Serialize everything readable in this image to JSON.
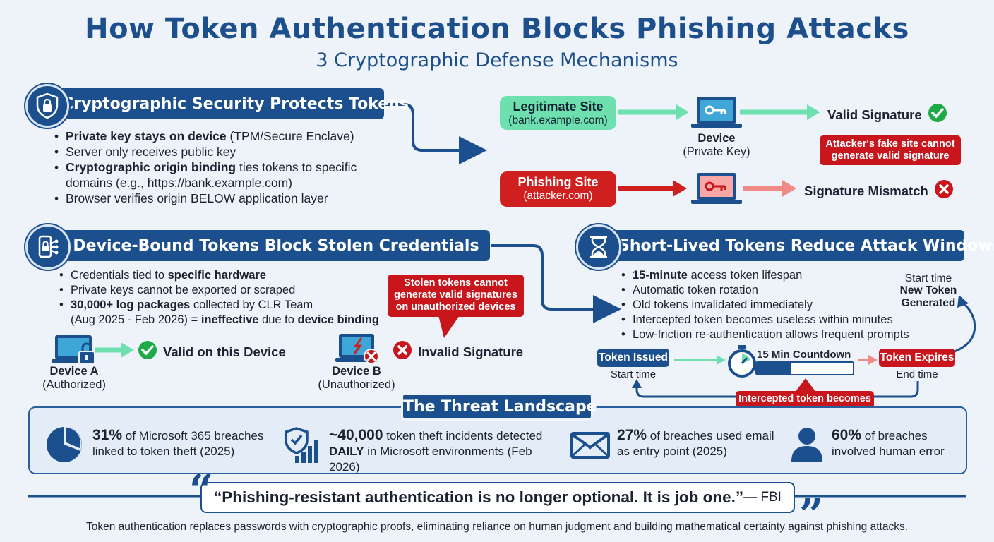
{
  "title": "How Token Authentication Blocks Phishing Attacks",
  "subtitle": "3 Cryptographic Defense Mechanisms",
  "colors": {
    "navy": "#1b4f8d",
    "green": "#6ee0b0",
    "red": "#d01f1f",
    "check": "#1faa48"
  },
  "crypto": {
    "heading": "Cryptographic Security Protects Tokens",
    "b1_bold": "Private key stays on device",
    "b1_rest": " (TPM/Secure Enclave)",
    "b2": "Server only receives public key",
    "b3_bold": "Cryptographic origin binding",
    "b3_rest": " ties tokens to specific",
    "b3_cont": "domains (e.g., https://bank.example.com)",
    "b4": "Browser verifies origin BELOW application layer"
  },
  "signflow": {
    "legit_title": "Legitimate Site",
    "legit_url": "(bank.example.com)",
    "device_label": "Device",
    "device_sub": "(Private Key)",
    "valid": "Valid Signature",
    "attacker_note": "Attacker's fake site cannot generate valid signature",
    "phish_title": "Phishing Site",
    "phish_url": "(attacker.com)",
    "mismatch": "Signature Mismatch"
  },
  "device_bound": {
    "heading": "Device-Bound Tokens Block Stolen Credentials",
    "b1_pre": "Credentials tied to ",
    "b1_bold": "specific hardware",
    "b2": "Private keys cannot be exported or scraped",
    "b3_bold": "30,000+ log packages",
    "b3_rest": " collected by CLR Team",
    "b3_cont_pre": "(Aug 2025 - Feb 2026) = ",
    "b3_cont_bold1": "ineffective",
    "b3_cont_mid": " due to ",
    "b3_cont_bold2": "device binding",
    "stolen_note": "Stolen tokens cannot generate valid signatures on unauthorized devices",
    "deviceA": "Device A",
    "deviceA_sub": "(Authorized)",
    "valid_device": "Valid on this Device",
    "deviceB": "Device B",
    "deviceB_sub": "(Unauthorized)",
    "invalid": "Invalid Signature"
  },
  "short_lived": {
    "heading": "Short-Lived Tokens Reduce Attack Windows",
    "b1_bold": "15-minute",
    "b1_rest": " access token lifespan",
    "b2": "Automatic token rotation",
    "b3": "Old tokens invalidated immediately",
    "b4": "Intercepted token becomes useless within minutes",
    "b5": "Low-friction re-authentication allows frequent prompts",
    "start_time_top": "Start time",
    "new_token": "New Token Generated",
    "issued": "Token Issued",
    "issued_sub": "Start time",
    "countdown": "15 Min Countdown",
    "expires": "Token Expires",
    "expires_sub": "End time",
    "intercept_note": "Intercepted token becomes useless within minutes",
    "countdown_progress": 0.35
  },
  "threat": {
    "heading": "The Threat Landscape",
    "s1_big": "31%",
    "s1_l1": " of Microsoft 365 breaches",
    "s1_l2": "linked to token theft (2025)",
    "s2_big": "~40,000",
    "s2_l1": " token theft incidents detected",
    "s2_bold": "DAILY",
    "s2_l2": " in Microsoft environments (Feb 2026)",
    "s3_big": "27%",
    "s3_l1": " of breaches used email",
    "s3_l2": "as entry point (2025)",
    "s4_big": "60%",
    "s4_l1": " of breaches",
    "s4_l2": "involved human error"
  },
  "quote": {
    "open": "“",
    "text": "“Phishing-resistant authentication is no longer optional. It is job one.”",
    "attribution": " — FBI",
    "close": "”"
  },
  "footer": "Token authentication replaces passwords with cryptographic proofs, eliminating reliance on human judgment and building mathematical certainty against phishing attacks."
}
